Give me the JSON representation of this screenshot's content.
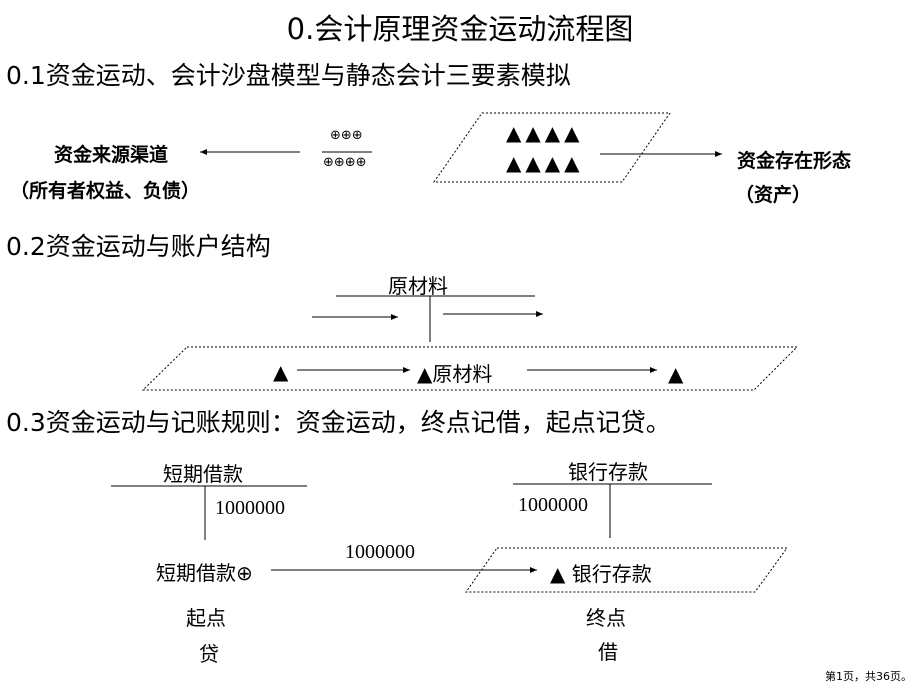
{
  "title": "0.会计原理资金运动流程图",
  "section1": {
    "heading": "0.1资金运动、会计沙盘模型与静态会计三要素模拟",
    "left_label": "资金来源渠道",
    "left_sub": "（所有者权益、负债）",
    "plus_top": "⊕⊕⊕",
    "plus_bottom": "⊕⊕⊕⊕",
    "triangles_row1": "▲▲▲▲",
    "triangles_row2": "▲▲▲▲",
    "right_label": "资金存在形态",
    "right_sub": "（资产）"
  },
  "section2": {
    "heading": "0.2资金运动与账户结构",
    "account_title": "原材料",
    "tri_left": "▲",
    "tri_mid_label": "▲原材料",
    "tri_right": "▲"
  },
  "section3": {
    "heading": "0.3资金运动与记账规则：资金运动，终点记借，起点记贷。",
    "left_account_title": "短期借款",
    "left_amount": "1000000",
    "right_account_title": "银行存款",
    "right_amount": "1000000",
    "flow_amount": "1000000",
    "start_label": "短期借款⊕",
    "end_label": "▲ 银行存款",
    "start_word": "起点",
    "start_side": "贷",
    "end_word": "终点",
    "end_side": "借"
  },
  "footer": "第1页，共36页。"
}
